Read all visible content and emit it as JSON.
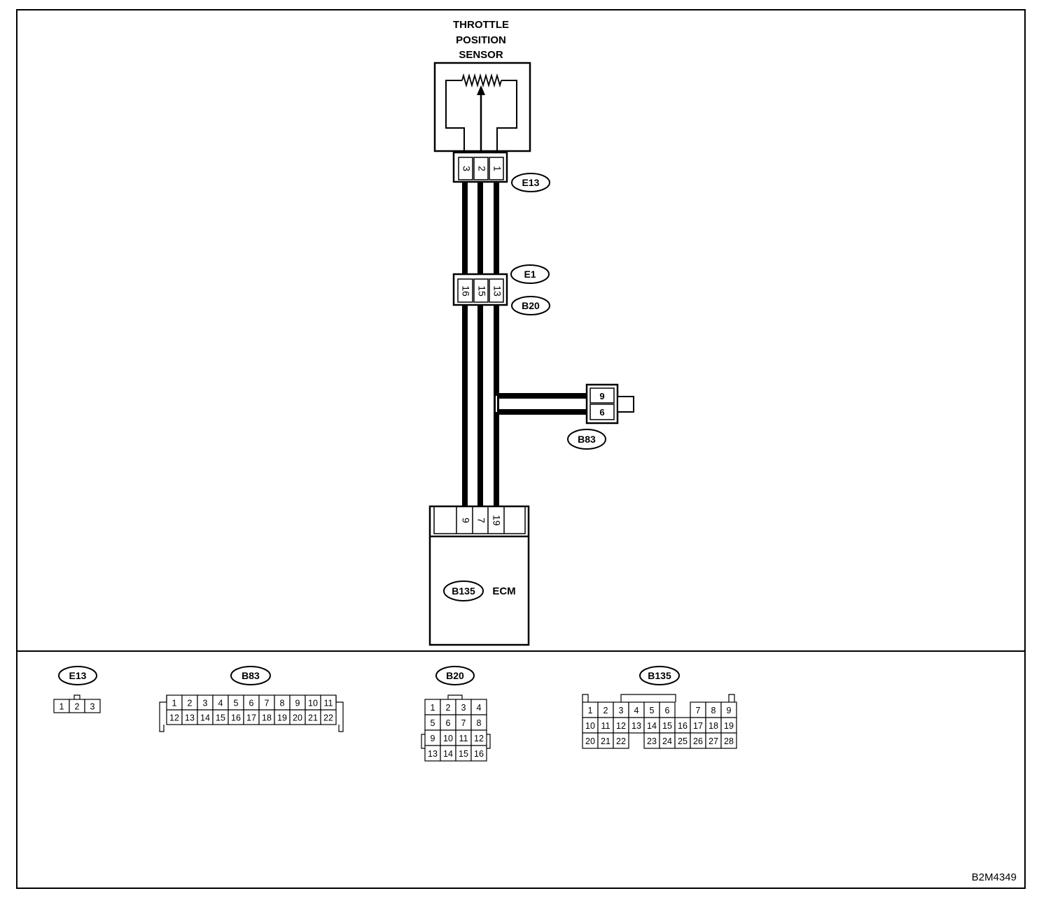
{
  "components": {
    "sensor": {
      "title_lines": [
        "THROTTLE",
        "POSITION",
        "SENSOR"
      ]
    },
    "ecm": {
      "connector_id": "B135",
      "label": "ECM"
    }
  },
  "connectors": {
    "e13": {
      "id": "E13",
      "pins": [
        "3",
        "2",
        "1"
      ]
    },
    "e1_b20": {
      "ids": [
        "E1",
        "B20"
      ],
      "pins": [
        "16",
        "15",
        "13"
      ]
    },
    "b83": {
      "id": "B83",
      "pins": [
        "9",
        "6"
      ]
    },
    "ecm": {
      "pins": [
        "9",
        "7",
        "19"
      ]
    }
  },
  "connector_views": {
    "e13": {
      "id": "E13",
      "rows": [
        [
          "1",
          "2",
          "3"
        ]
      ]
    },
    "b83": {
      "id": "B83",
      "rows": [
        [
          "1",
          "2",
          "3",
          "4",
          "5",
          "6",
          "7",
          "8",
          "9",
          "10",
          "11"
        ],
        [
          "12",
          "13",
          "14",
          "15",
          "16",
          "17",
          "18",
          "19",
          "20",
          "21",
          "22"
        ]
      ]
    },
    "b20": {
      "id": "B20",
      "rows": [
        [
          "1",
          "2",
          "3",
          "4"
        ],
        [
          "5",
          "6",
          "7",
          "8"
        ],
        [
          "9",
          "10",
          "11",
          "12"
        ],
        [
          "13",
          "14",
          "15",
          "16"
        ]
      ]
    },
    "b135": {
      "id": "B135",
      "rows": [
        [
          "1",
          "2",
          "3",
          "4",
          "5",
          "6",
          "",
          "7",
          "8",
          "9"
        ],
        [
          "10",
          "11",
          "12",
          "13",
          "14",
          "15",
          "16",
          "17",
          "18",
          "19"
        ],
        [
          "20",
          "21",
          "22",
          "",
          "23",
          "24",
          "25",
          "26",
          "27",
          "28"
        ]
      ]
    }
  },
  "figure_code": "B2M4349"
}
